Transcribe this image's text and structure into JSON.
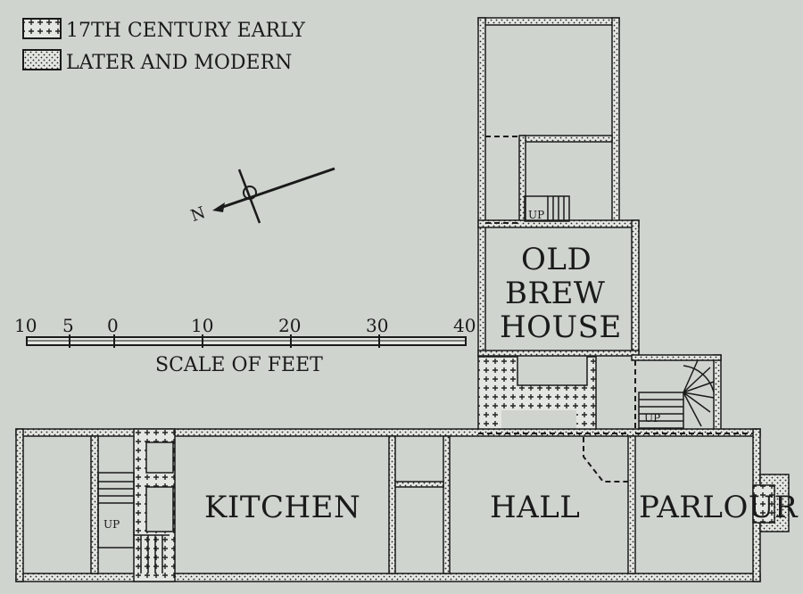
{
  "legend": {
    "items": [
      {
        "label": "17TH CENTURY EARLY",
        "pattern": "hatch-early"
      },
      {
        "label": "LATER AND MODERN",
        "pattern": "hatch-later"
      }
    ]
  },
  "compass": {
    "letter": "N"
  },
  "scale": {
    "ticks": [
      "10",
      "5",
      "0",
      "10",
      "20",
      "30",
      "40"
    ],
    "caption": "SCALE OF FEET"
  },
  "rooms": {
    "old_brew_house": [
      "OLD",
      "BREW",
      "HOUSE"
    ],
    "kitchen": "KITCHEN",
    "hall": "HALL",
    "parlour": "PARLOUR"
  },
  "stair_labels": {
    "upper_stair": "UP",
    "back_stair": "UP",
    "kitchen_stair": "UP"
  },
  "colors": {
    "background": "#cfd4cf",
    "ink": "#1a1a1a",
    "wall_fill": "#e7e9e4"
  }
}
